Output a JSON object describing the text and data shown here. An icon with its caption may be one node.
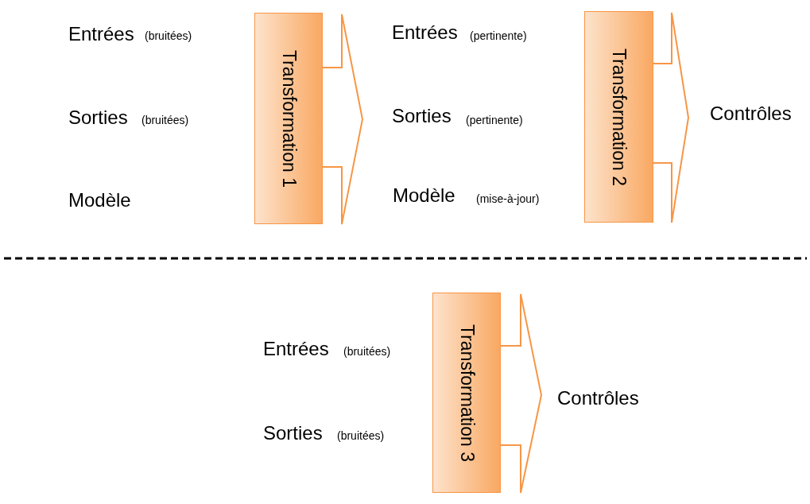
{
  "diagram": {
    "nodes": [
      {
        "text": [
          "Transformation 1"
        ]
      },
      {
        "text": [
          "Transformation 2"
        ]
      },
      {
        "text": [
          "Transformation 3"
        ]
      }
    ],
    "edges": [
      {
        "from": 0,
        "to": null,
        "arrow": "to"
      },
      {
        "from": 1,
        "to": null,
        "arrow": "to"
      },
      {
        "from": 2,
        "to": null,
        "arrow": "to"
      }
    ],
    "labels": [
      "Entrées",
      "(bruitées)",
      "Entrées",
      "(pertinente)",
      "Sorties",
      "(bruitées)",
      "Sorties",
      "(pertinente)",
      "Contrôles",
      "Modèle",
      "Modèle",
      "(mise-à-jour)",
      "Entrées",
      "(bruitées)",
      "Contrôles",
      "Sorties",
      "(bruitées)"
    ]
  }
}
